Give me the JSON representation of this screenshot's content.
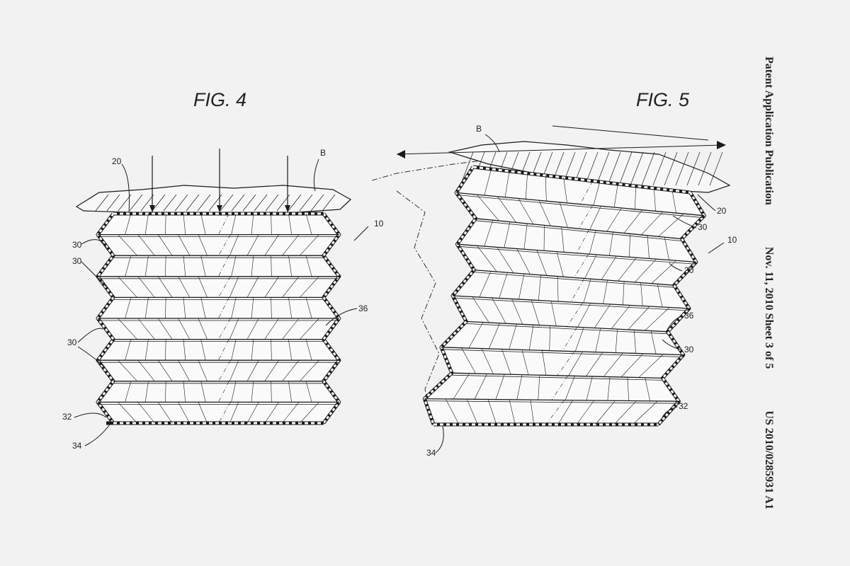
{
  "header": {
    "publication": "Patent Application Publication",
    "date_sheet": "Nov. 11, 2010  Sheet 3 of 5",
    "number": "US 2010/0285931 A1"
  },
  "fig4": {
    "title": "FIG. 4",
    "labels": {
      "l20": "20",
      "lB": "B",
      "l10": "10",
      "l30a": "30",
      "l30b": "30",
      "l30c": "30",
      "l36": "36",
      "l32": "32",
      "l34": "34"
    }
  },
  "fig5": {
    "title": "FIG. 5",
    "labels": {
      "lB": "B",
      "l20": "20",
      "l10": "10",
      "l30a": "30",
      "l30b": "30",
      "l36": "36",
      "l30c": "30",
      "l32": "32",
      "l34": "34"
    }
  },
  "colors": {
    "ink": "#1a1a1a",
    "paper": "#f2f2f2"
  }
}
